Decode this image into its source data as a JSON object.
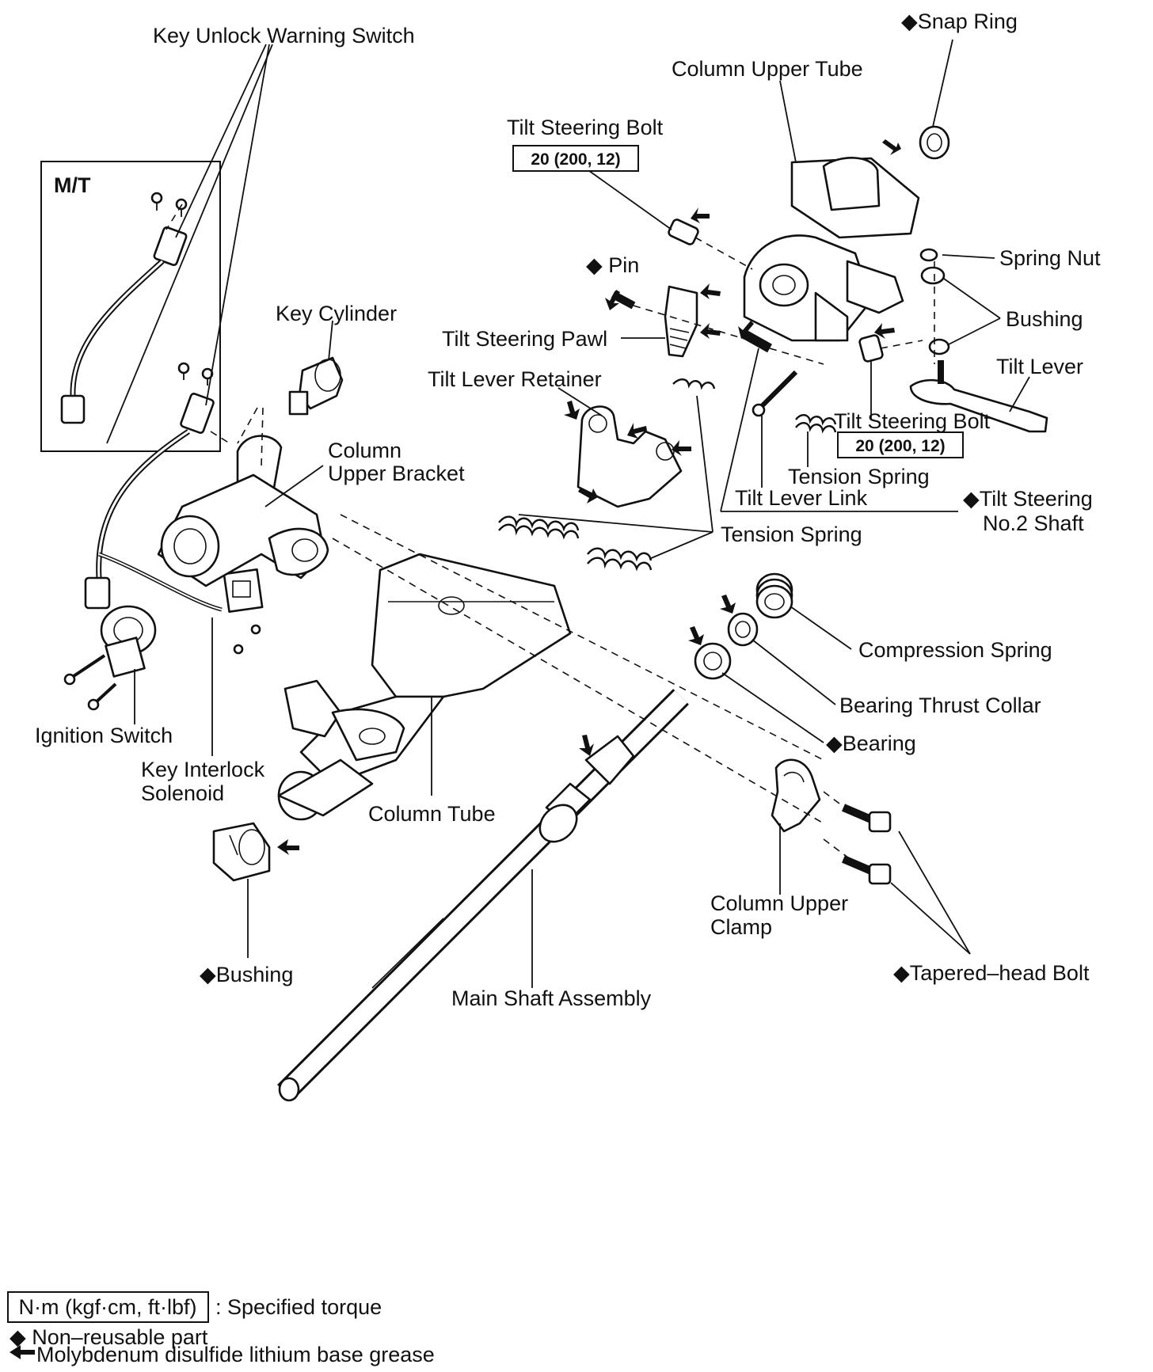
{
  "labels": {
    "key_unlock_warning_switch": "Key Unlock Warning Switch",
    "mt": "M/T",
    "key_cylinder": "Key Cylinder",
    "column_upper_bracket_1": "Column",
    "column_upper_bracket_2": "Upper Bracket",
    "ignition_switch": "Ignition Switch",
    "key_interlock_solenoid_1": "Key Interlock",
    "key_interlock_solenoid_2": "Solenoid",
    "column_tube": "Column Tube",
    "bushing_bottom": "◆Bushing",
    "main_shaft_assembly": "Main Shaft Assembly",
    "snap_ring": "◆Snap Ring",
    "column_upper_tube": "Column Upper Tube",
    "tilt_steering_bolt_top": "Tilt Steering Bolt",
    "pin": "◆ Pin",
    "tilt_steering_pawl": "Tilt Steering Pawl",
    "tilt_lever_retainer": "Tilt Lever Retainer",
    "spring_nut": "Spring Nut",
    "bushing_right": "Bushing",
    "tilt_lever": "Tilt Lever",
    "tilt_steering_bolt_mid": "Tilt Steering Bolt",
    "tension_spring_mid": "Tension Spring",
    "tilt_lever_link": "Tilt Lever Link",
    "tilt_steering_no2_shaft_1": "◆Tilt Steering",
    "tilt_steering_no2_shaft_2": "No.2 Shaft",
    "tension_spring_low": "Tension Spring",
    "compression_spring": "Compression Spring",
    "bearing_thrust_collar": "Bearing Thrust Collar",
    "bearing": "◆Bearing",
    "column_upper_clamp_1": "Column Upper",
    "column_upper_clamp_2": "Clamp",
    "tapered_head_bolt": "◆Tapered–head Bolt"
  },
  "torque_specs": {
    "top": "20 (200, 12)",
    "mid": "20 (200, 12)"
  },
  "legend": {
    "torque_box": "N·m (kgf·cm, ft·lbf)",
    "torque_desc": ": Specified torque",
    "non_reusable": "◆ Non–reusable part",
    "grease": "Molybdenum disulfide lithium base grease"
  }
}
